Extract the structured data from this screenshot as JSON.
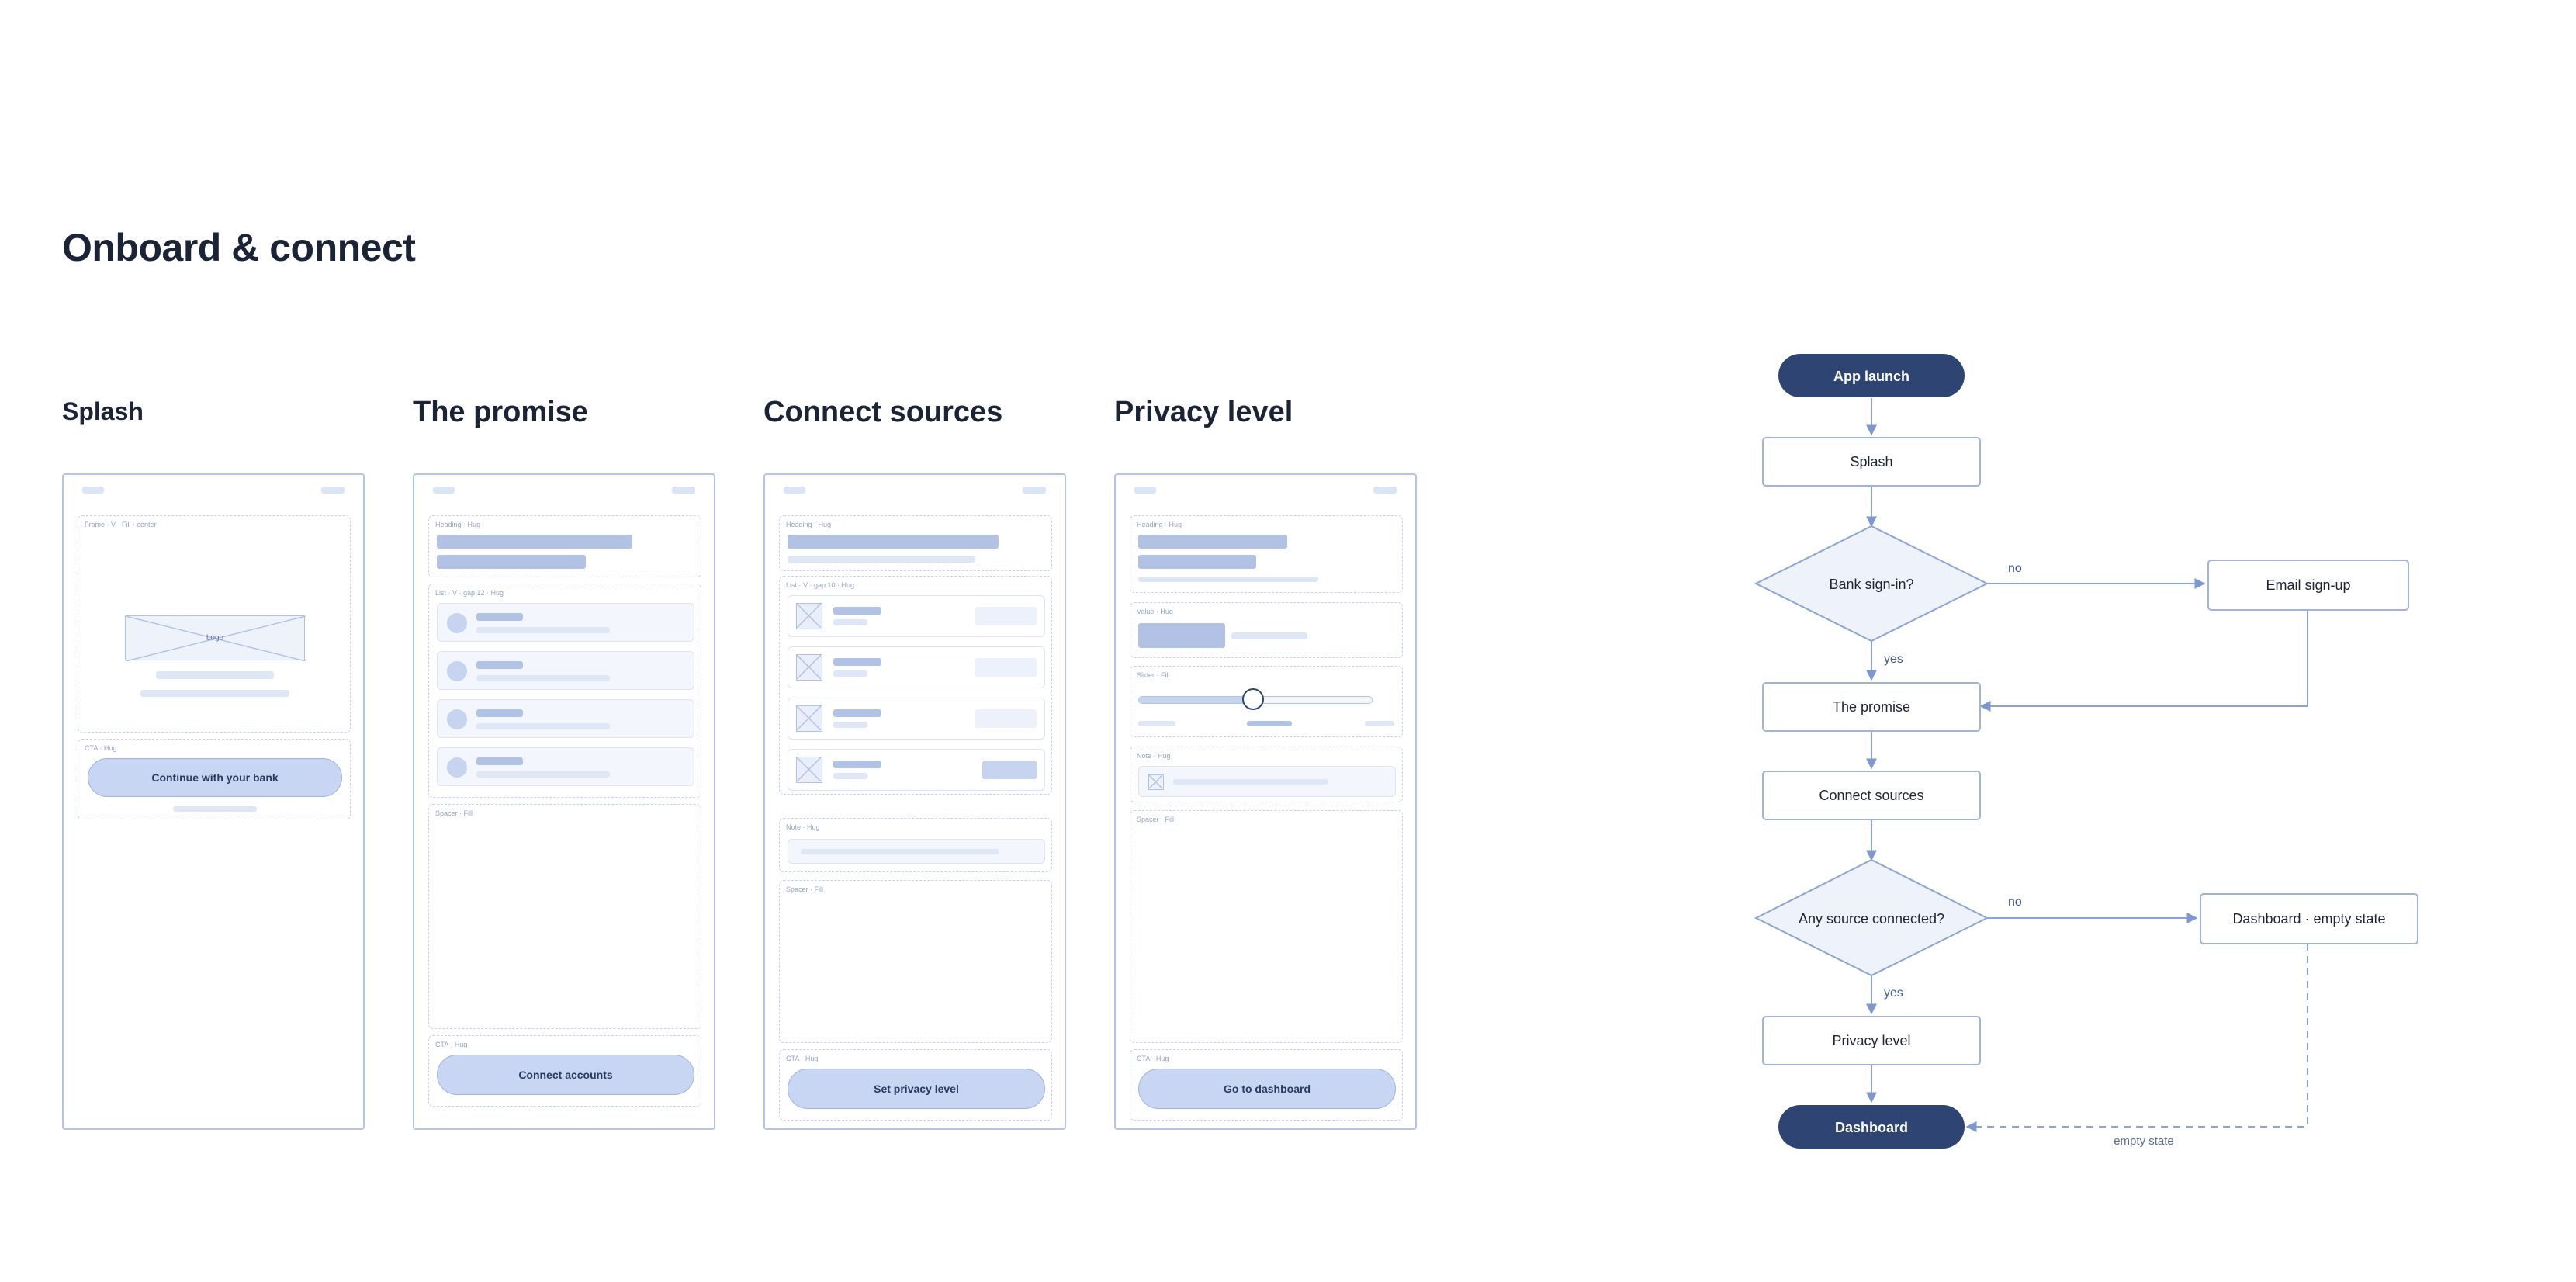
{
  "page": {
    "title": "Onboard & connect"
  },
  "screens": [
    {
      "title": "Splash",
      "frame_label": "Frame · V · Fill · center",
      "logo_label": "Logo",
      "cta_label": "CTA · Hug",
      "cta_button": "Continue with your bank"
    },
    {
      "title": "The promise",
      "heading_label": "Heading · Hug",
      "list_label": "List · V · gap 12 · Hug",
      "spacer_label": "Spacer · Fill",
      "cta_label": "CTA · Hug",
      "cta_button": "Connect accounts"
    },
    {
      "title": "Connect sources",
      "heading_label": "Heading · Hug",
      "list_label": "List · V · gap 10 · Hug",
      "note_label": "Note · Hug",
      "spacer_label": "Spacer · Fill",
      "cta_label": "CTA · Hug",
      "cta_button": "Set privacy level"
    },
    {
      "title": "Privacy level",
      "heading_label": "Heading · Hug",
      "value_label": "Value · Hug",
      "slider_label": "Slider · Fill",
      "note_label": "Note · Hug",
      "spacer_label": "Spacer · Fill",
      "cta_label": "CTA · Hug",
      "cta_button": "Go to dashboard"
    }
  ],
  "flow": {
    "start": "App launch",
    "splash": "Splash",
    "decision_1": "Bank sign-in?",
    "email": "Email sign-up",
    "promise": "The promise",
    "connect": "Connect sources",
    "decision_2": "Any source connected?",
    "empty": "Dashboard · empty state",
    "privacy": "Privacy level",
    "end": "Dashboard",
    "label_no": "no",
    "label_yes": "yes",
    "label_empty_state": "empty state"
  },
  "colors": {
    "ink": "#1b2336",
    "accent": "#2e4472",
    "line": "#8ca3d6",
    "frame_border": "#b4c3e6",
    "cta_fill": "#c8d6f3",
    "diamond_fill": "#eef2fb"
  }
}
